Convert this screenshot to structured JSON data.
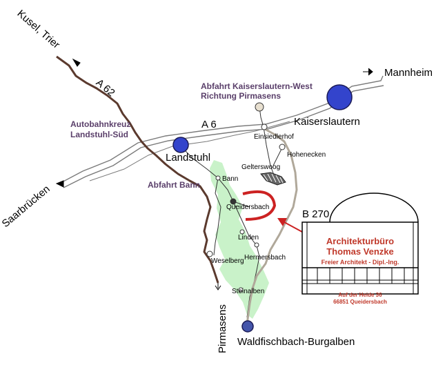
{
  "colors": {
    "highway": "#7a7a7a",
    "a62": "#5b3a2e",
    "b270": "#b0a89a",
    "forest": "#c9f2c9",
    "city": "#3344cc",
    "label_purple": "#5a3f6a",
    "accent_red": "#c0392b"
  },
  "labels": {
    "kusel_trier": "Kusel, Trier",
    "a62": "A 62",
    "mannheim": "Mannheim",
    "exit_kl_west_1": "Abfahrt Kaiserslautern-West",
    "exit_kl_west_2": "Richtung Pirmasens",
    "kaiserslautern": "Kaiserslautern",
    "a6": "A 6",
    "autobahnkreuz_1": "Autobahnkreuz",
    "autobahnkreuz_2": "Landstuhl-Süd",
    "einsiedlerhof": "Einsiedlerhof",
    "hohenecken": "Hohenecken",
    "landstuhl": "Landstuhl",
    "gelterswoog": "Gelterswoog",
    "saarbruecken": "Saarbrücken",
    "bann": "Bann",
    "abfahrt_bann": "Abfahrt Bann",
    "queidersbach": "Queidersbach",
    "b270": "B 270",
    "linden": "Linden",
    "hermersbach": "Hermersbach",
    "weselberg": "Weselberg",
    "steinalben": "Steinalben",
    "pirmasens": "Pirmasens",
    "waldfischbach": "Waldfischbach-Burgalben"
  },
  "office": {
    "name_1": "Architekturbüro",
    "name_2": "Thomas Venzke",
    "subtitle": "Freier Architekt - Dipl.-Ing.",
    "address_1": "Auf der Heide 36",
    "address_2": "66851 Queidersbach"
  }
}
